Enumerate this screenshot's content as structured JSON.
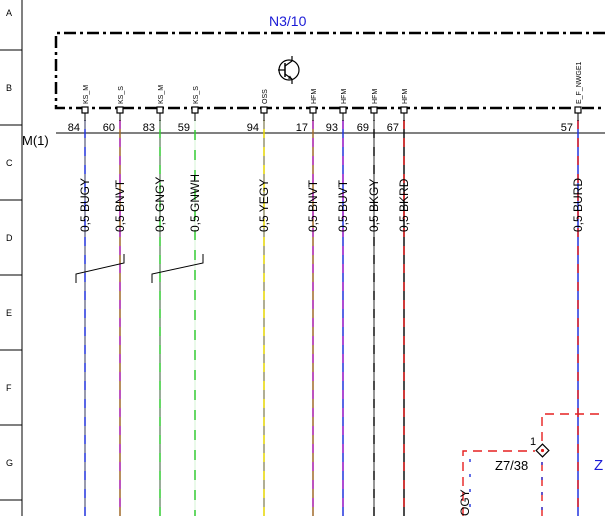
{
  "component": {
    "title": "N3/10",
    "bus_label": "M(1)"
  },
  "row_letters": [
    "A",
    "B",
    "C",
    "D",
    "E",
    "F",
    "G"
  ],
  "pins": [
    {
      "number": "84",
      "name": "KS_M",
      "wire_label": "0,5 BUGY",
      "colors": [
        "#2233dd",
        "#9a9a9a"
      ]
    },
    {
      "number": "60",
      "name": "KS_S",
      "wire_label": "0,5 BNVT",
      "colors": [
        "#a06a2a",
        "#b833cc"
      ]
    },
    {
      "number": "83",
      "name": "KS_M",
      "wire_label": "0,5 GNGY",
      "colors": [
        "#33cc33",
        "#9a9a9a"
      ]
    },
    {
      "number": "59",
      "name": "KS_S",
      "wire_label": "0,5 GNWH",
      "colors": [
        "#33cc33",
        "#ffffff"
      ]
    },
    {
      "number": "94",
      "name": "OSS",
      "wire_label": "0,5 YEGY",
      "colors": [
        "#e6d600",
        "#9a9a9a"
      ]
    },
    {
      "number": "17",
      "name": "HFM",
      "wire_label": "0,5 BNVT",
      "colors": [
        "#a06a2a",
        "#b833cc"
      ]
    },
    {
      "number": "93",
      "name": "HFM",
      "wire_label": "0,5 BUVT",
      "colors": [
        "#2233dd",
        "#b833cc"
      ]
    },
    {
      "number": "69",
      "name": "HFM",
      "wire_label": "0,5 BKGY",
      "colors": [
        "#111111",
        "#9a9a9a"
      ]
    },
    {
      "number": "67",
      "name": "HFM",
      "wire_label": "0,5 BKRD",
      "colors": [
        "#111111",
        "#e62020"
      ]
    },
    {
      "number": "57",
      "name": "E_F_NWGE1",
      "wire_label": "0,5 BURD",
      "colors": [
        "#2233dd",
        "#e62020"
      ]
    }
  ],
  "connector": {
    "pin": "1",
    "label": "Z7/38",
    "partial_left": "OGY",
    "partial_right": "Z"
  }
}
